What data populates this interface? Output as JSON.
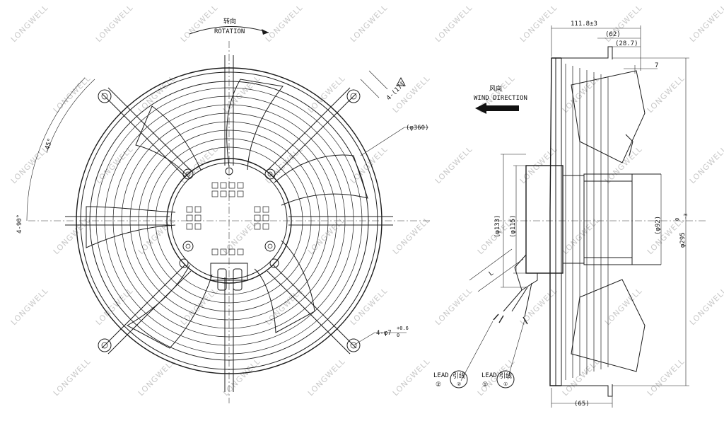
{
  "watermark": "LONGWELL",
  "front_view": {
    "rotation_cn": "转向",
    "rotation_en": "ROTATION",
    "angle_45": "45°",
    "angle_90": "4-90°",
    "dia_360": "(φ360)",
    "slot_17": "4-(17)",
    "hole_label": "4-φ7",
    "hole_tol_upper": "+0.6",
    "hole_tol_lower": "0",
    "warning_symbol": "warning-triangle"
  },
  "side_view": {
    "wind_cn": "风向",
    "wind_en": "WIND DIRECTION",
    "dim_111": "111.8±3",
    "dim_62": "(62)",
    "dim_28": "(28.7)",
    "dim_7": "7",
    "dim_133": "(φ133)",
    "dim_115": "(φ115)",
    "dim_92": "(φ92)",
    "dim_295": "φ295",
    "dim_295_tol_upper": "0",
    "dim_295_tol_lower": "-3",
    "dim_65": "(65)",
    "dim_L": "L",
    "lead1_en": "LEAD",
    "lead1_num": "①",
    "lead1_cn": "引线",
    "lead1_circ": "①",
    "lead2_en": "LEAD",
    "lead2_num": "②",
    "lead2_cn": "引线",
    "lead2_circ": "②"
  }
}
